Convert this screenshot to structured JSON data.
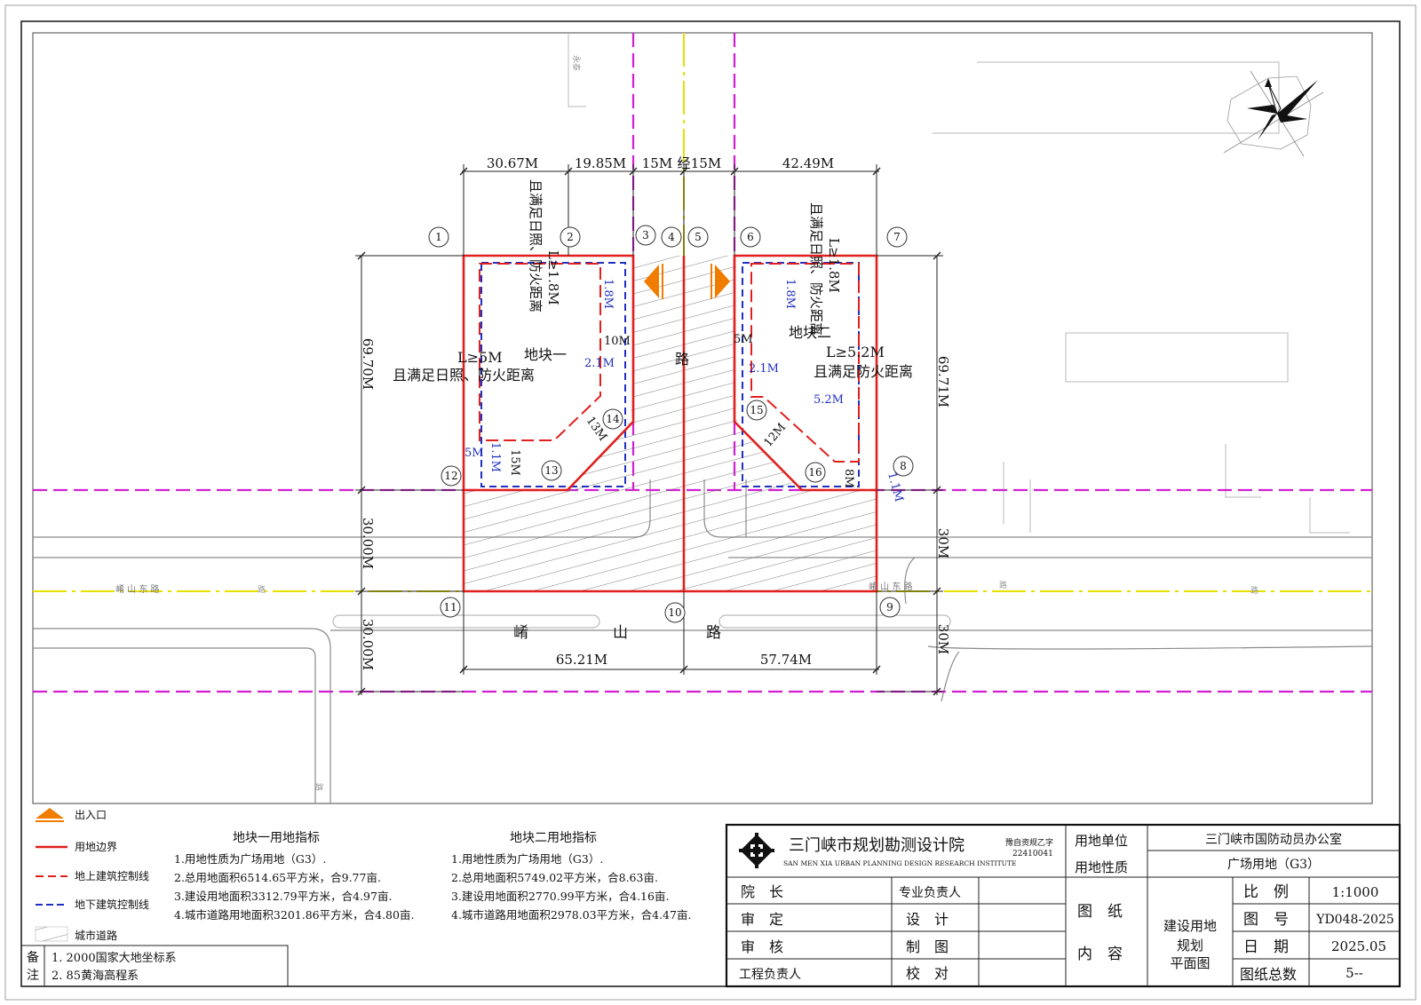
{
  "dimensions": {
    "top": [
      "30.67M",
      "19.85M",
      "15M",
      "15M",
      "42.49M"
    ],
    "top_road_label": "经",
    "left_upper": "69.70M",
    "left_lower_1": "30.00M",
    "left_lower_2": "30.00M",
    "right_upper": "69.71M",
    "right_lower_1": "30M",
    "right_lower_2": "30M",
    "bottom": [
      "65.21M",
      "57.74M"
    ]
  },
  "points": [
    "1",
    "2",
    "3",
    "4",
    "5",
    "6",
    "7",
    "8",
    "9",
    "10",
    "11",
    "12",
    "13",
    "14",
    "15",
    "16"
  ],
  "plot_one": {
    "name": "地块一",
    "rule_vertical": "且满足日照、防火距离",
    "rule_vertical_value": "L≥1.8M",
    "rule_horizontal_value": "L≥5M",
    "rule_horizontal": "且满足日照、防火距离"
  },
  "plot_two": {
    "name": "地块二",
    "rule_vertical": "且满足日照、防火距离",
    "rule_vertical_value": "L≥1.8M",
    "rule_horizontal_value": "L≥5.2M",
    "rule_horizontal": "且满足防火距离"
  },
  "setbacks": {
    "p1_top_blue": "1.8M",
    "p1_inner_red": "10M",
    "p1_inner_blue": "2.1M",
    "p1_corner": "13M",
    "p1_left_5m": "5M",
    "p1_left_blue": "1.1M",
    "p1_bottom": "15M",
    "p2_top_blue": "1.8M",
    "p2_inner_red": "5M",
    "p2_inner_blue": "2.1M",
    "p2_right_blue": "5.2M",
    "p2_corner": "12M",
    "p2_bottom": "8M",
    "p2_right_small": "1.1M"
  },
  "roads": {
    "center_road_char": "路",
    "main_road_chars": [
      "崤",
      "山",
      "路"
    ],
    "main_road_small": "崤 山 东 路",
    "main_road_small_right": "崤 山 东 路",
    "small_mark_1": "路",
    "small_mark_2": "路",
    "small_mark_3": "路",
    "small_mark_4": "路",
    "top_small": "永泰"
  },
  "legend": {
    "entrance": "出入口",
    "boundary": "用地边界",
    "above_ground": "地上建筑控制线",
    "underground": "地下建筑控制线",
    "road": "城市道路"
  },
  "indicators_one": {
    "title": "地块一用地指标",
    "lines": [
      "1.用地性质为广场用地（G3）.",
      "2.总用地面积6514.65平方米，合9.77亩.",
      "3.建设用地面积3312.79平方米，合4.97亩.",
      "4.城市道路用地面积3201.86平方米，合4.80亩."
    ]
  },
  "indicators_two": {
    "title": "地块二用地指标",
    "lines": [
      "1.用地性质为广场用地（G3）.",
      "2.总用地面积5749.02平方米，合8.63亩.",
      "3.建设用地面积2770.99平方米，合4.16亩.",
      "4.城市道路用地面积2978.03平方米，合4.47亩."
    ]
  },
  "notes": {
    "label_1": "备",
    "label_2": "注",
    "line_1": "1. 2000国家大地坐标系",
    "line_2": "2. 85黄海高程系"
  },
  "title_block": {
    "institute_cn": "三门峡市规划勘测设计院",
    "institute_en": "SAN MEN XIA URBAN PLANNING DESIGN RESEARCH INSTITUTE",
    "license": "豫自资规乙字",
    "license_no": "22410041",
    "unit_label": "用地单位",
    "unit_value": "三门峡市国防动员办公室",
    "nature_label": "用地性质",
    "nature_value": "广场用地（G3）",
    "roles_left": [
      "院　长",
      "审　定",
      "审　核",
      "工程负责人"
    ],
    "roles_mid": [
      "专业负责人",
      "设　计",
      "制　图",
      "校　对"
    ],
    "drawing_label_1": "图　纸",
    "drawing_label_2": "内　容",
    "drawing_name_1": "建设用地",
    "drawing_name_2": "规划",
    "drawing_name_3": "平面图",
    "scale_label": "比　例",
    "scale_value": "1:1000",
    "number_label": "图　号",
    "number_value": "YD048-2025",
    "date_label": "日　期",
    "date_value": "2025.05",
    "total_label": "图纸总数",
    "total_value": "5--"
  },
  "colors": {
    "boundary": "#e0201c",
    "underground": "#1f2fbf",
    "road_center": "#e8e000",
    "road_red_line": "#d21fd2",
    "entrance": "#f07d00",
    "dim_blue": "#1f2fbf"
  }
}
